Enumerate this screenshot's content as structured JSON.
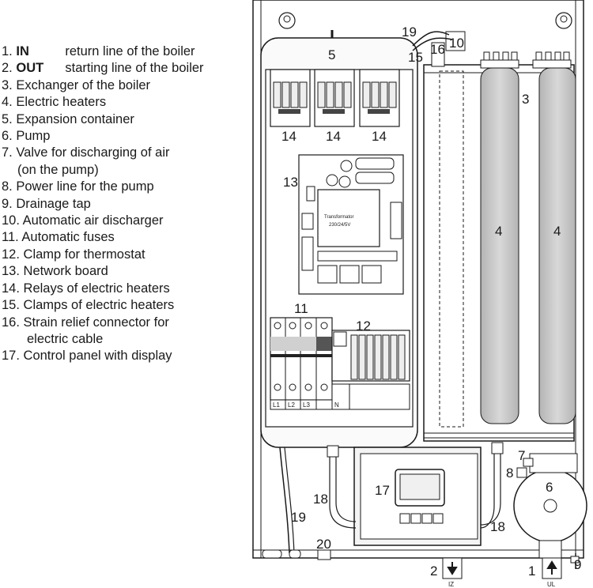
{
  "legend": [
    {
      "num": "1.",
      "key": "IN",
      "text": "return line of the boiler"
    },
    {
      "num": "2.",
      "key": "OUT",
      "text": "starting line of the boiler"
    },
    {
      "num": "3.",
      "text": "Exchanger of the boiler"
    },
    {
      "num": "4.",
      "text": "Electric heaters"
    },
    {
      "num": "5.",
      "text": "Expansion container"
    },
    {
      "num": "6.",
      "text": "Pump"
    },
    {
      "num": "7.",
      "text": "Valve for discharging of air",
      "cont": "(on the pump)"
    },
    {
      "num": "8.",
      "text": "Power line for the pump"
    },
    {
      "num": "9.",
      "text": "Drainage tap"
    },
    {
      "num": "10.",
      "text": "Automatic air discharger"
    },
    {
      "num": "11.",
      "text": "Automatic fuses"
    },
    {
      "num": "12.",
      "text": "Clamp for thermostat"
    },
    {
      "num": "13.",
      "text": "Network board"
    },
    {
      "num": "14.",
      "text": "Relays of electric heaters"
    },
    {
      "num": "15.",
      "text": "Clamps of electric heaters"
    },
    {
      "num": "16.",
      "text": "Strain relief connector for",
      "cont": "electric cable"
    },
    {
      "num": "17.",
      "text": "Control panel with display"
    }
  ],
  "callouts": {
    "n1": "1",
    "n2": "2",
    "n3": "3",
    "n4a": "4",
    "n4b": "4",
    "n5": "5",
    "n6": "6",
    "n7": "7",
    "n8": "8",
    "n9": "9",
    "n10": "10",
    "n11": "11",
    "n12": "12",
    "n13": "13",
    "n14a": "14",
    "n14b": "14",
    "n14c": "14",
    "n15": "15",
    "n16": "16",
    "n17": "17",
    "n18a": "18",
    "n18b": "18",
    "n19a": "19",
    "n19b": "19",
    "n20": "20"
  },
  "board": {
    "transformer": "Transformator",
    "transformer_rating": "230/24/5V"
  },
  "terminals": {
    "l1": "L1",
    "l2": "L2",
    "l3": "L3",
    "n": "N"
  },
  "ports": {
    "iz": "IZ",
    "ul": "UL"
  },
  "colors": {
    "line": "#1a1a1a",
    "heater_fill": "#c8c8c8",
    "panel_fill": "#f4f4f4"
  }
}
